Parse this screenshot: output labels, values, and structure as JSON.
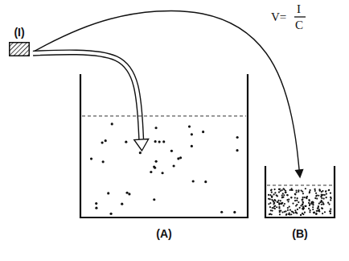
{
  "diagram": {
    "nodes": [
      {
        "text": [
          "(I)"
        ]
      },
      {
        "text": [
          "(A)"
        ]
      },
      {
        "text": [
          "(B)"
        ]
      }
    ],
    "edges": [
      {
        "from": 0,
        "to": 1,
        "arrow": "to"
      },
      {
        "from": 0,
        "to": 2,
        "arrow": "to"
      }
    ],
    "labels": [
      "V=",
      "I",
      "C"
    ]
  }
}
